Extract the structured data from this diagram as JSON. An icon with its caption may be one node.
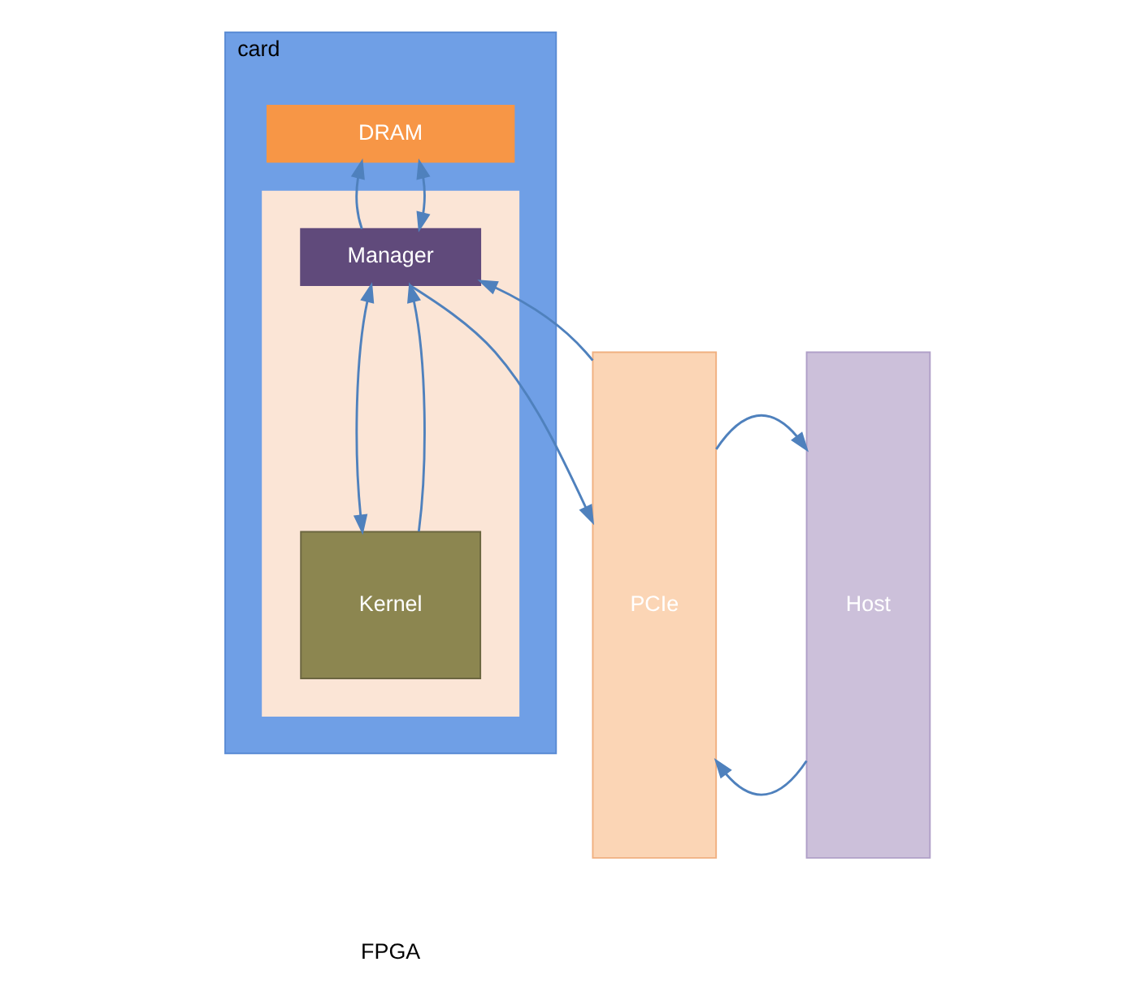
{
  "diagram": {
    "nodes": [
      {
        "text": [
          "card"
        ]
      },
      {
        "text": [
          "DRAM"
        ],
        "in": 0
      },
      {
        "text": [],
        "shape": "box",
        "in": 0
      },
      {
        "text": [
          "Manager"
        ],
        "in": 2
      },
      {
        "text": [
          "Kernel"
        ],
        "in": 2
      },
      {
        "text": [
          "PCIe"
        ]
      },
      {
        "text": [
          "Host"
        ]
      }
    ],
    "edges": [
      {
        "from": 1,
        "to": 3,
        "arrow": "both"
      },
      {
        "from": 3,
        "to": 1,
        "arrow": "to"
      },
      {
        "from": 3,
        "to": 4,
        "arrow": "both"
      },
      {
        "from": 4,
        "to": 3,
        "arrow": "to"
      },
      {
        "from": 5,
        "to": 3,
        "arrow": "to"
      },
      {
        "from": 3,
        "to": 5,
        "arrow": "to"
      },
      {
        "from": 6,
        "to": 5,
        "arrow": "to"
      },
      {
        "from": 5,
        "to": 6,
        "arrow": "to"
      }
    ],
    "labels": [
      "FPGA"
    ]
  }
}
